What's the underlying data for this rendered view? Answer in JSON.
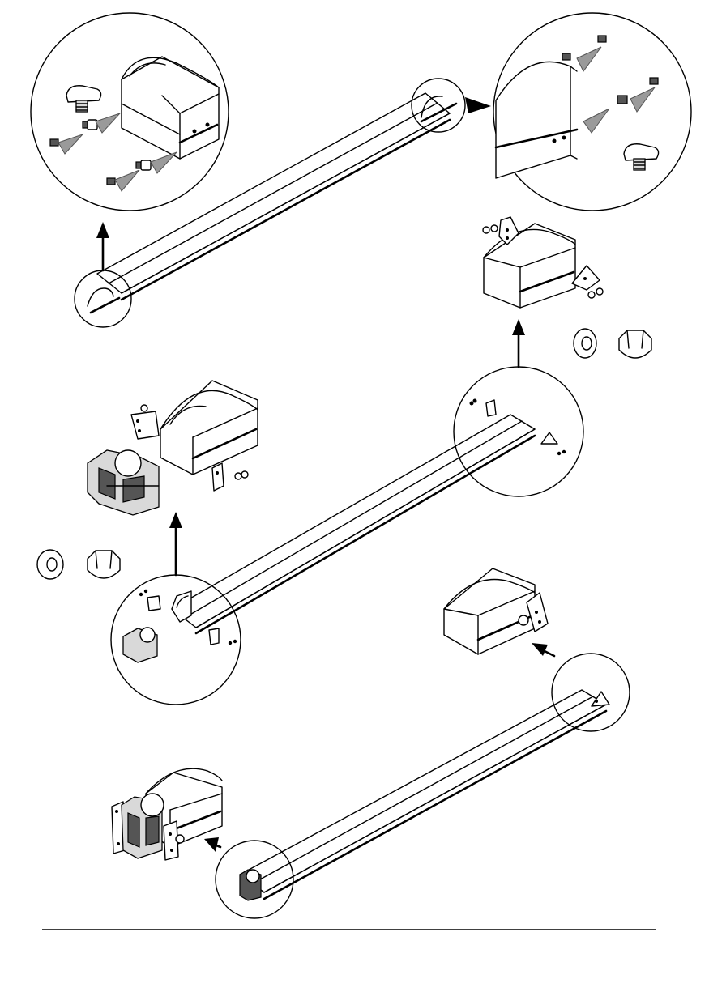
{
  "sheet": {
    "stroke_color": "#000000",
    "shade_color": "#d9d9d9",
    "arrow_color": "#9a9a9a",
    "steps": [
      {
        "id": 1,
        "parts": [
          "rail",
          "t-bolt",
          "screw",
          "end-cap"
        ]
      },
      {
        "id": 2,
        "parts": [
          "rail",
          "bracket",
          "cap-nut",
          "washer",
          "clamp-block"
        ]
      },
      {
        "id": 3,
        "parts": [
          "rail",
          "bracket",
          "clamp-block"
        ]
      }
    ]
  }
}
